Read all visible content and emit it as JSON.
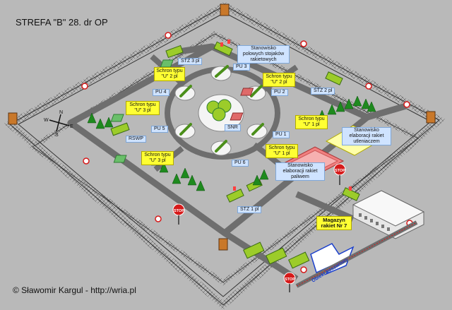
{
  "header": {
    "title": "STREFA \"B\" 28. dr OP"
  },
  "footer": {
    "credit": "© Sławomir Kargul - http://wria.pl"
  },
  "launchers": [
    "PU 1",
    "PU 2",
    "PU 3",
    "PU 4",
    "PU 5",
    "PU 6"
  ],
  "labels": {
    "snr": "SNR",
    "rswp": "RSWP",
    "stz1": "STZ 1 pl",
    "stz2": "STZ 2 pl",
    "stz3": "STZ 3 pl",
    "field_stands": "Stanowisko polowych stojaków rakietowych",
    "fuel_station": "Stanowisko elaboracji rakiet paliwem",
    "oxidizer_station": "Stanowisko elaboracji rakiet utleniaczem",
    "warehouse": "Magazyn rakiet Nr 7",
    "road": "Obiekt koszarowy",
    "stop": "STOP",
    "compass_n": "N",
    "compass_s": "S",
    "compass_e": "E",
    "compass_w": "W"
  },
  "shelters": {
    "s2pl_top": "Schron typu \"U\" 2 pl",
    "s2pl_right": "Schron typu \"U\" 2 pl",
    "s3pl_left": "Schron typu \"U\" 3 pl",
    "s1pl_right": "Schron typu \"U\" 1 pl",
    "s1pl_lower": "Schron typu \"U\" 1 pl",
    "s3pl_lower": "Schron typu \"U\" 3 pl"
  },
  "colors": {
    "background": "#b9b9b9",
    "road": "#6e6e6e",
    "fence": "#333333",
    "tree": "#1e8a1e",
    "vehicle": "#9ccc2a",
    "shelter_label": "#ffff33",
    "info_label": "#cfe3ff",
    "stop": "#d61a1a",
    "warehouse": "#e6e6e6"
  }
}
